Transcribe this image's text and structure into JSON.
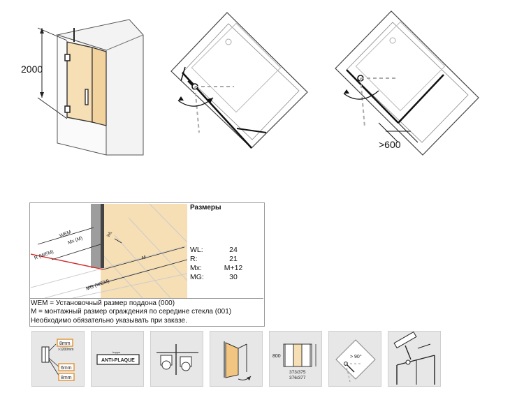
{
  "diagrams": {
    "height_label": "2000",
    "width_label": ">600"
  },
  "dimensions": {
    "title": "Размеры",
    "rows": [
      {
        "key": "WL:",
        "value": "24"
      },
      {
        "key": "R:",
        "value": "21"
      },
      {
        "key": "Mx:",
        "value": "M+12"
      },
      {
        "key": "MG:",
        "value": "30"
      }
    ],
    "inset_labels": {
      "wem": "WEM",
      "r_wem": "R (WEM)",
      "mx_m": "Mx (M)",
      "wl": "WL",
      "m": "M",
      "mg_wem": "MG (WEM)"
    }
  },
  "notes": [
    "WEM = Установочный размер поддона (000)",
    "M = монтажный размер ограждения по середине стекла (001)",
    "Необходимо обязательно указывать при заказе."
  ],
  "icons": [
    {
      "name": "glass-thickness-icon",
      "labels": [
        "8mm",
        ">1200mm",
        "6mm",
        "8mm"
      ]
    },
    {
      "name": "anti-plaque-icon",
      "labels": [
        "huppe",
        "ANTI-PLAQUE"
      ]
    },
    {
      "name": "hinge-detail-icon",
      "labels": []
    },
    {
      "name": "door-swing-icon",
      "labels": []
    },
    {
      "name": "profile-dimensions-icon",
      "labels": [
        "800",
        "373/375",
        "376/377"
      ]
    },
    {
      "name": "opening-angle-icon",
      "labels": [
        "> 90°"
      ]
    },
    {
      "name": "mounting-icon",
      "labels": []
    }
  ],
  "colors": {
    "glass": "#f6deb5",
    "line": "#222222",
    "accent_red": "#d42a2a",
    "tile_bg": "#e7e7e7"
  }
}
